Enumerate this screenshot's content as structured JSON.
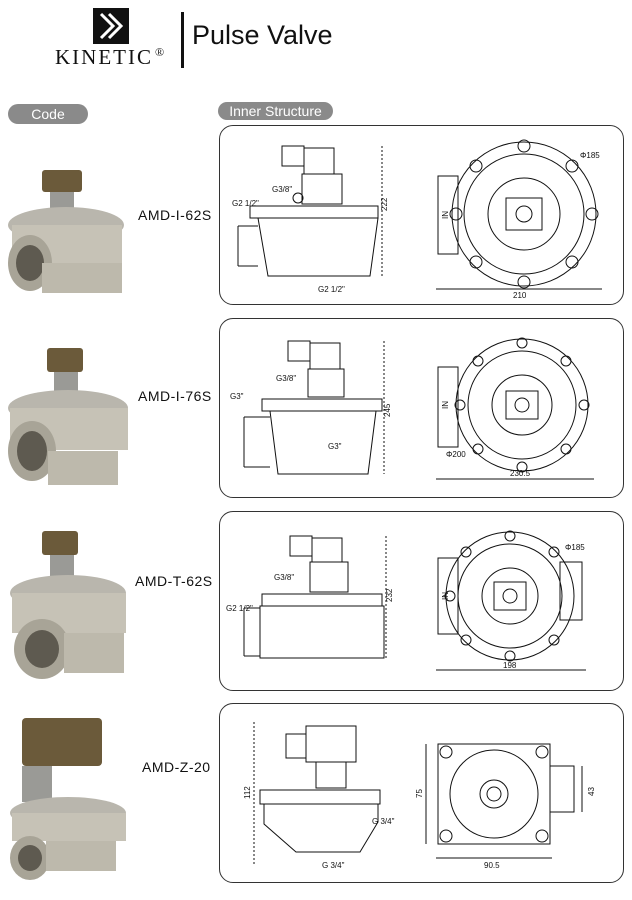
{
  "header": {
    "brand": "KINETIC",
    "reg_mark": "®",
    "title": "Pulse Valve"
  },
  "labels": {
    "code": "Code",
    "inner_structure": "Inner Structure"
  },
  "products": [
    {
      "model": "AMD-I-62S",
      "dims": {
        "height": "222",
        "width": "210",
        "diameter": "Φ185",
        "port_top": "G3/8\"",
        "port_side": "G2 1/2\"",
        "port_bottom": "G2 1/2\"",
        "in_label": "IN"
      }
    },
    {
      "model": "AMD-I-76S",
      "dims": {
        "height": "245",
        "width": "230.5",
        "diameter": "Φ200",
        "port_top": "G3/8\"",
        "port_side": "G3\"",
        "port_bottom": "G3\"",
        "in_label": "IN"
      }
    },
    {
      "model": "AMD-T-62S",
      "dims": {
        "height": "232",
        "width": "198",
        "diameter": "Φ185",
        "port_top": "G3/8\"",
        "port_side": "G2 1/2\"",
        "in_label": "IN"
      }
    },
    {
      "model": "AMD-Z-20",
      "dims": {
        "height": "112",
        "width": "90.5",
        "side_height": "75",
        "side_small": "43",
        "port_side": "G 3/4\"",
        "port_bottom": "G 3/4\""
      }
    }
  ]
}
